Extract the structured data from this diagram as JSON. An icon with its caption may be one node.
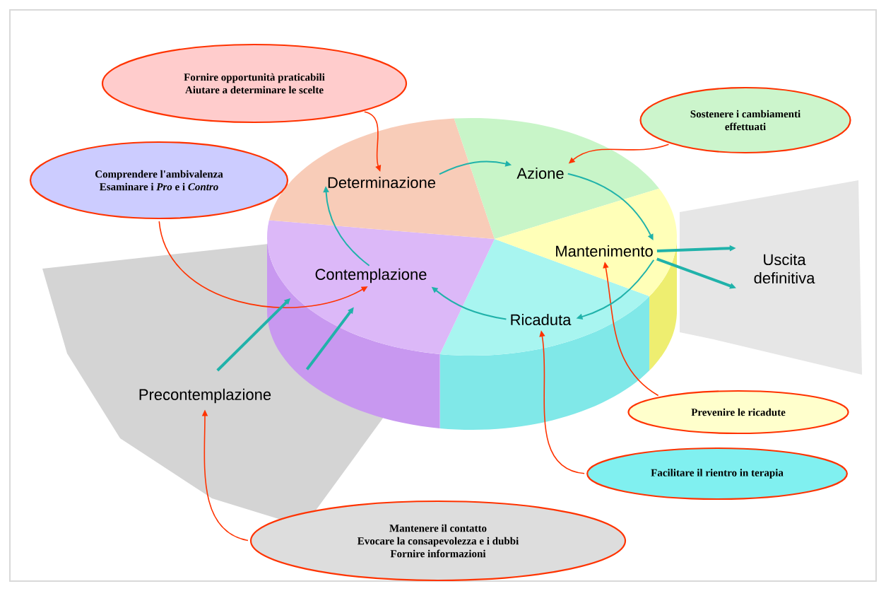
{
  "diagram": {
    "nodes": [
      {
        "text": [
          "Fornire opportunità praticabili",
          "Aiutare a determinare le scelte"
        ]
      },
      {
        "text": [
          "Sostenere i cambiamenti effettuati"
        ]
      },
      {
        "text": [
          "Comprendere l'ambivalenza",
          "Esaminare i *Pro* e i *Contro*"
        ]
      },
      {
        "text": [
          "Determinazione"
        ]
      },
      {
        "text": [
          "Azione"
        ]
      },
      {
        "text": [
          "Uscita definitiva"
        ]
      },
      {
        "text": [
          "Mantenimento"
        ]
      },
      {
        "text": [
          "Contemplazione"
        ]
      },
      {
        "text": [
          "Ricaduta"
        ]
      },
      {
        "text": [
          "Precontemplazione"
        ]
      },
      {
        "text": [
          "Prevenire le ricadute"
        ]
      },
      {
        "text": [
          "Facilitare il rientro in terapia"
        ]
      },
      {
        "text": [
          "Mantenere il contatto",
          "Evocare la consapevolezza e i dubbi",
          "Fornire informazioni"
        ]
      }
    ],
    "edges": [
      {
        "from": 0,
        "to": 3,
        "arrow": "to",
        "color": "#ff3300"
      },
      {
        "from": 1,
        "to": 4,
        "arrow": "to",
        "color": "#ff3300"
      },
      {
        "from": 2,
        "to": 7,
        "arrow": "to",
        "color": "#ff3300"
      },
      {
        "from": 10,
        "to": 6,
        "arrow": "to",
        "color": "#ff3300"
      },
      {
        "from": 11,
        "to": 8,
        "arrow": "to",
        "color": "#ff3300"
      },
      {
        "from": 12,
        "to": 9,
        "arrow": "to",
        "color": "#ff3300"
      },
      {
        "from": 3,
        "to": 4,
        "arrow": "to"
      },
      {
        "from": 4,
        "to": 6,
        "arrow": "to"
      },
      {
        "from": 6,
        "to": 8,
        "arrow": "to"
      },
      {
        "from": 8,
        "to": 7,
        "arrow": "to"
      },
      {
        "from": 7,
        "to": 3,
        "arrow": "to"
      },
      {
        "from": 9,
        "to": 7,
        "arrow": "to",
        "style": "thick"
      },
      {
        "from": 9,
        "to": 7,
        "arrow": "to",
        "style": "thick"
      },
      {
        "from": 6,
        "to": 5,
        "arrow": "to",
        "style": "thick"
      },
      {
        "from": 6,
        "to": 5,
        "arrow": "to",
        "style": "thick"
      }
    ]
  }
}
